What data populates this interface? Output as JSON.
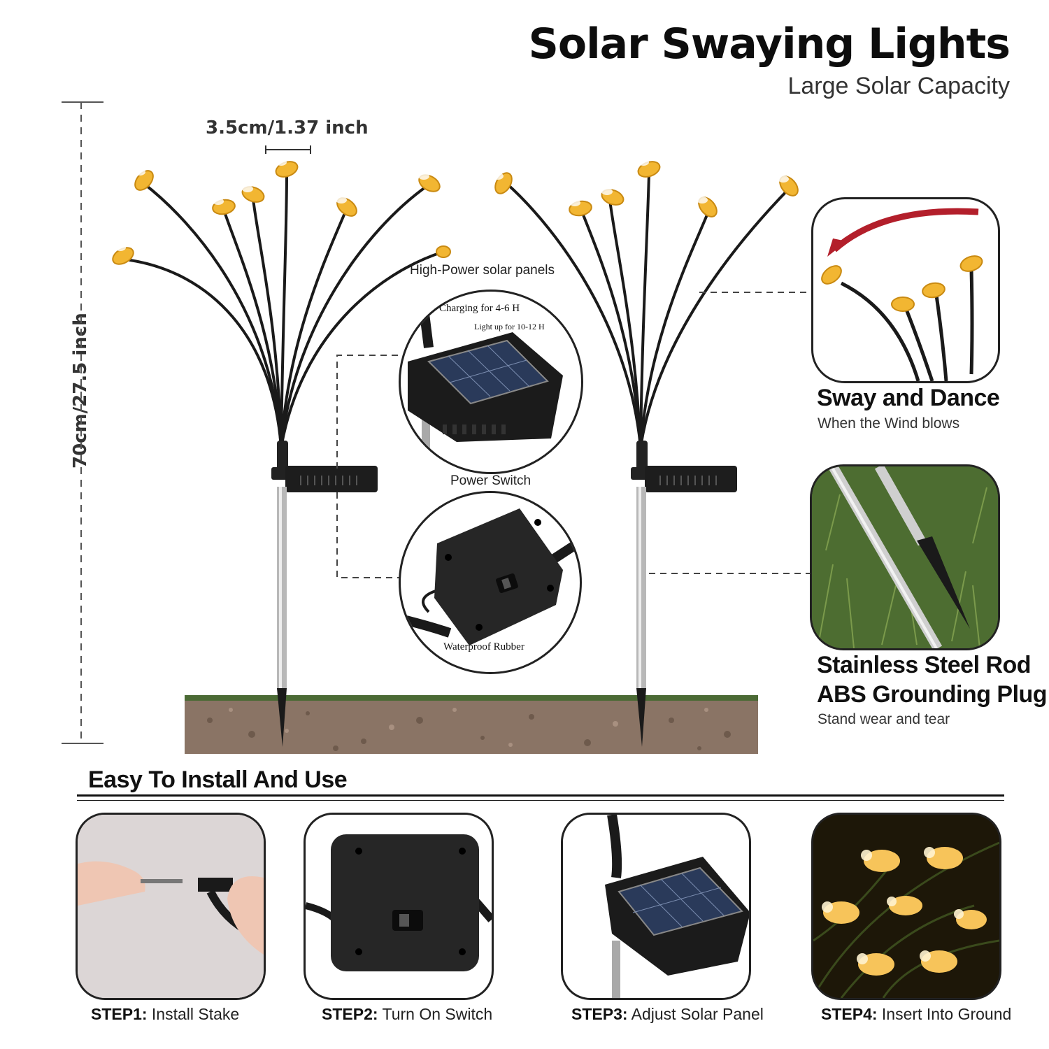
{
  "header": {
    "title": "Solar Swaying Lights",
    "subtitle": "Large Solar Capacity"
  },
  "dimensions": {
    "width_label": "3.5cm/1.37 inch",
    "height_label": "70cm/27.5 inch"
  },
  "callouts": {
    "solar_panel_title": "High-Power solar panels",
    "charging": "Charging for 4-6 H",
    "light_up": "Light up for 10-12 H",
    "power_switch_title": "Power Switch",
    "waterproof": "Waterproof Rubber"
  },
  "features": [
    {
      "title": "Sway and Dance",
      "subtitle": "When the Wind blows"
    },
    {
      "title_line1": "Stainless Steel Rod",
      "title_line2": "ABS Grounding Plug",
      "subtitle": "Stand wear and tear"
    }
  ],
  "install": {
    "section_title": "Easy To Install And Use",
    "steps": [
      {
        "label": "STEP1:",
        "text": " Install Stake"
      },
      {
        "label": "STEP2:",
        "text": " Turn On Switch"
      },
      {
        "label": "STEP3:",
        "text": " Adjust Solar Panel"
      },
      {
        "label": "STEP4:",
        "text": " Insert Into Ground"
      }
    ]
  },
  "colors": {
    "bee": "#f2b632",
    "stem": "#1a1a1a",
    "soil": "#8a7465",
    "grass": "#4b6a35"
  }
}
